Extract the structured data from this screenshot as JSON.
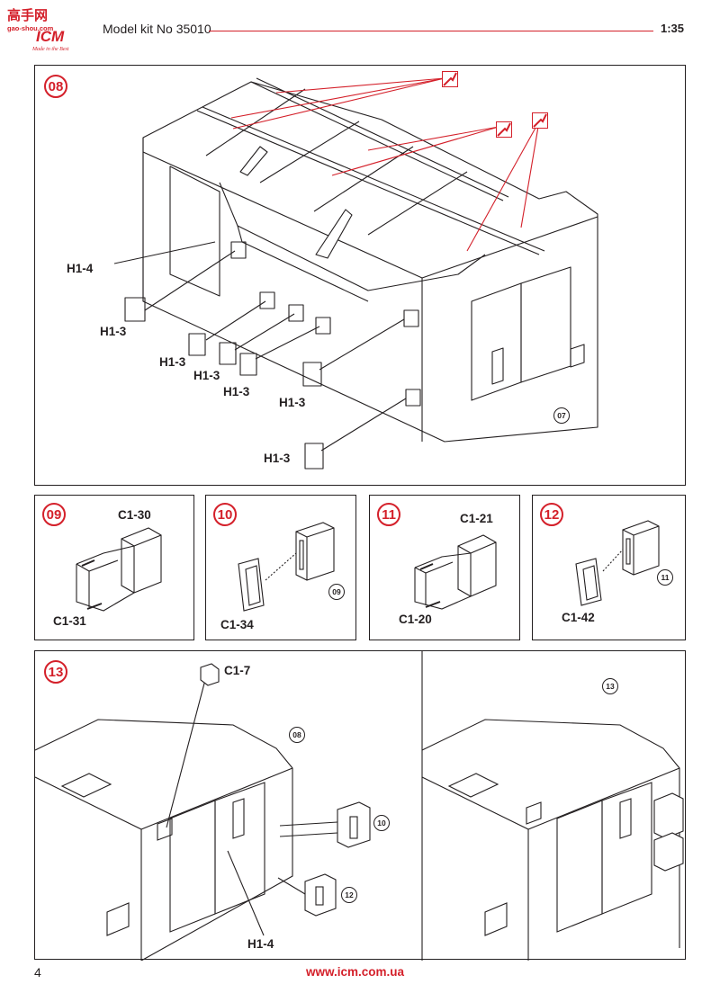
{
  "header": {
    "logo_top": "高手网",
    "logo_url": "gao-shou.com",
    "logo_brand": "ICM",
    "logo_tagline": "Made in the Best",
    "model_kit": "Model kit No 35010",
    "scale": "1:35"
  },
  "steps": {
    "s08": {
      "number": "08",
      "ref": "07",
      "labels": [
        "H1-4",
        "H1-3",
        "H1-3",
        "H1-3",
        "H1-3",
        "H1-3",
        "H1-3"
      ]
    },
    "s09": {
      "number": "09",
      "labels": [
        "C1-30",
        "C1-31"
      ]
    },
    "s10": {
      "number": "10",
      "ref": "09",
      "labels": [
        "C1-34"
      ]
    },
    "s11": {
      "number": "11",
      "labels": [
        "C1-21",
        "C1-20"
      ]
    },
    "s12": {
      "number": "12",
      "ref": "11",
      "labels": [
        "C1-42"
      ]
    },
    "s13": {
      "number": "13",
      "ref_left": "08",
      "ref_right": "13",
      "callout_a": "10",
      "callout_b": "12",
      "labels": [
        "C1-7",
        "H1-4"
      ]
    }
  },
  "footer": {
    "page_number": "4",
    "website": "www.icm.com.ua"
  },
  "colors": {
    "accent": "#d4202a",
    "ink": "#231f20"
  },
  "icons": [
    "glue-icon",
    "step-badge",
    "reference-badge"
  ]
}
